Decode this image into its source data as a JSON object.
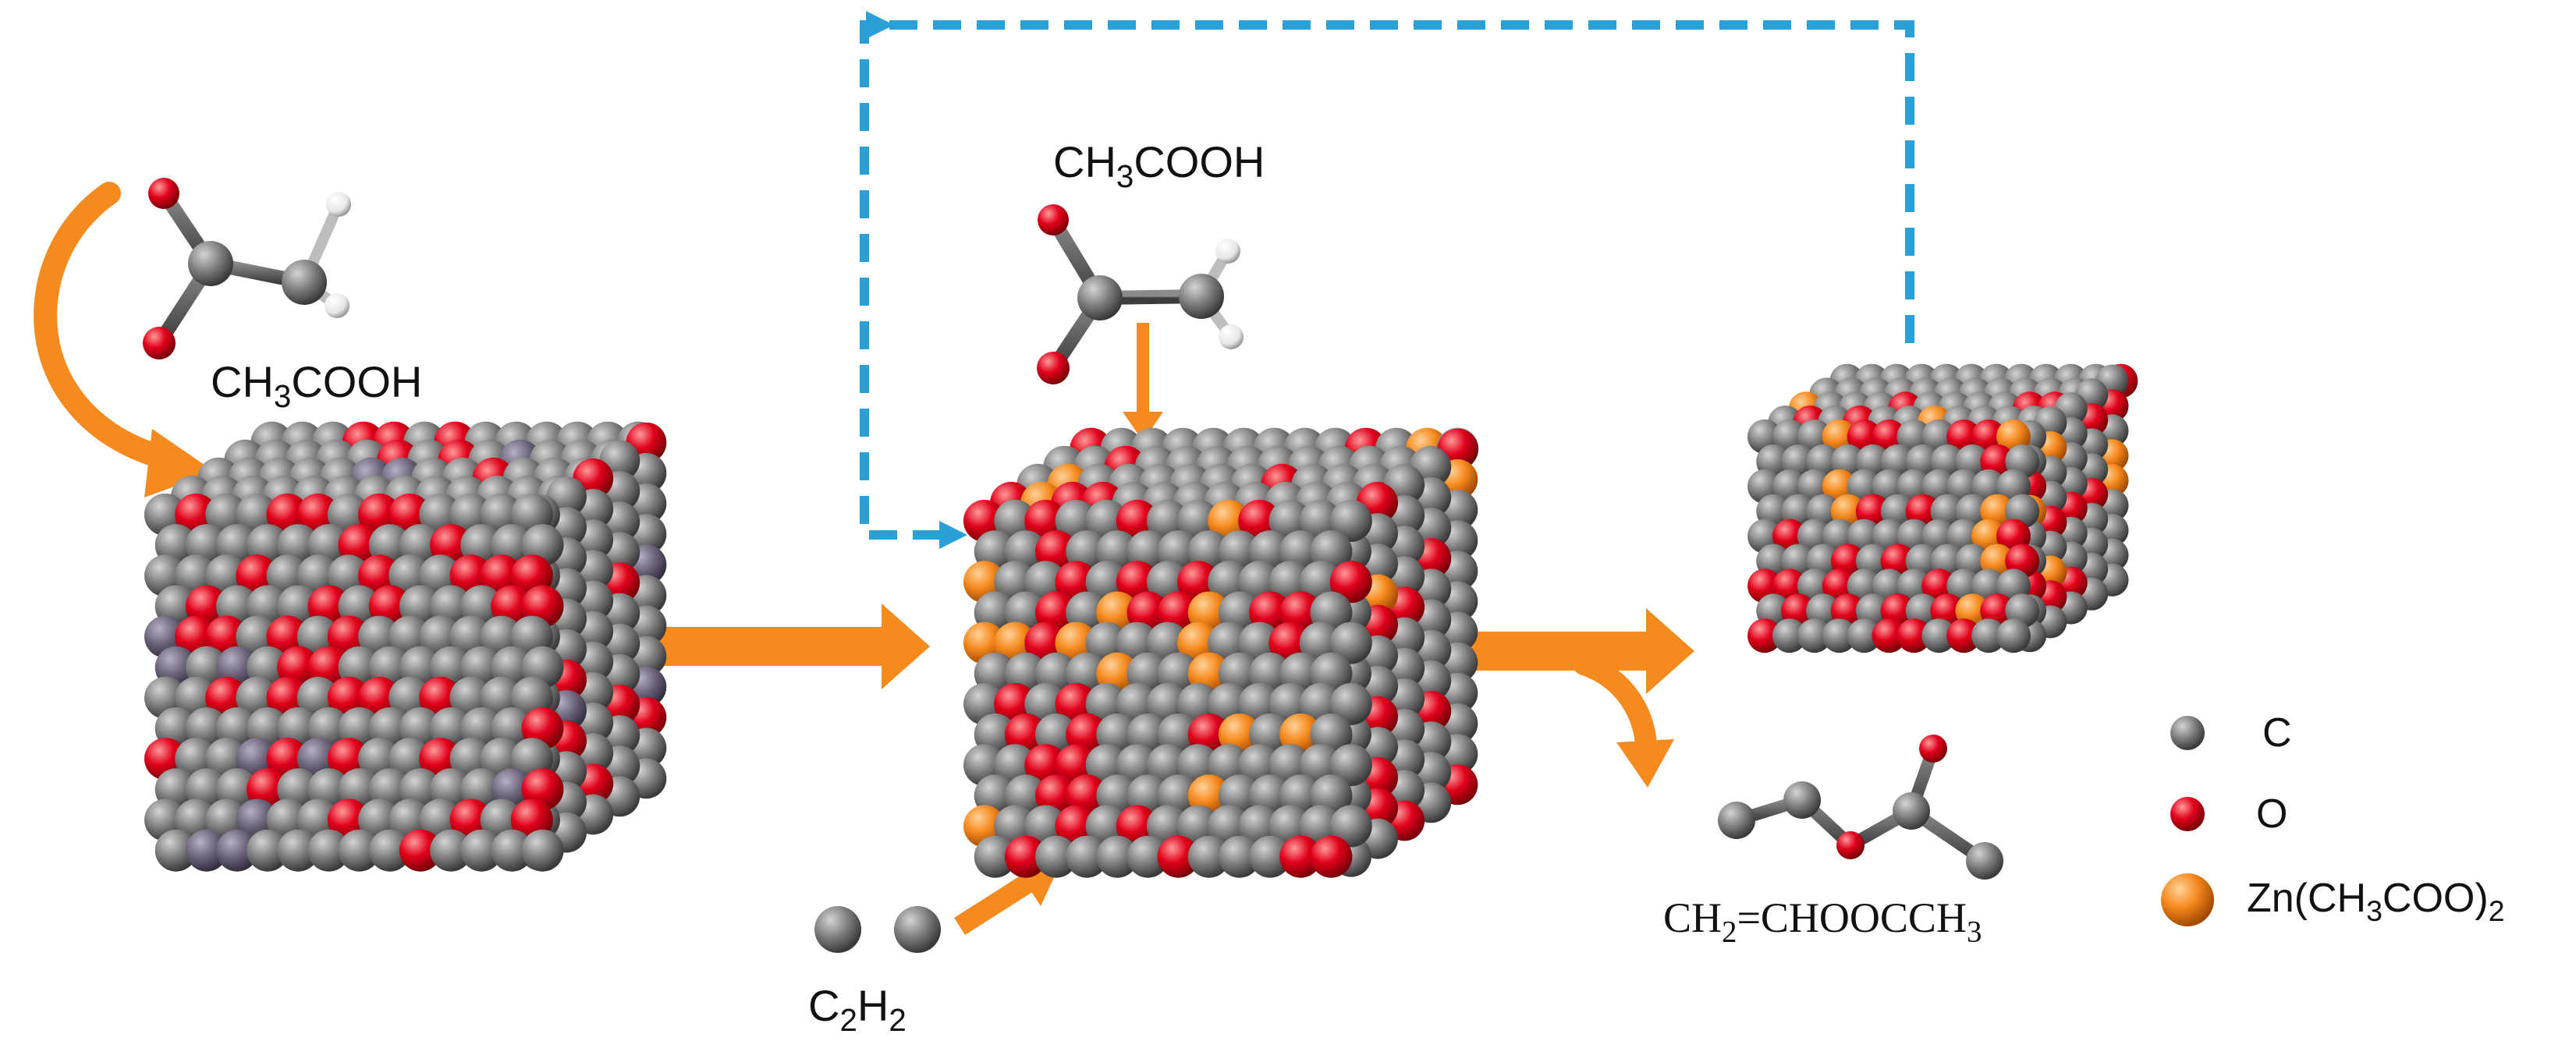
{
  "colors": {
    "carbon": "#6e6e6e",
    "oxygen": "#e0001a",
    "hydrogen": "#ffffff",
    "zinc_acetate": "#f58a1f",
    "support_site": "#6a6278",
    "process_arrow": "#f58a1f",
    "recycle_arrow": "#2a9fd8"
  },
  "labels": {
    "acetic_acid_left": [
      "CH",
      "3",
      "COOH"
    ],
    "acetic_acid_center": [
      "CH",
      "3",
      "COOH"
    ],
    "acetylene": [
      "C",
      "2",
      "H",
      "2"
    ],
    "vinyl_acetate": [
      "CH",
      "2",
      "=CHOOCCH",
      "3"
    ]
  },
  "legend": [
    {
      "symbol": "carbon-icon",
      "text": [
        "C"
      ]
    },
    {
      "symbol": "oxygen-icon",
      "text": [
        "O"
      ]
    },
    {
      "symbol": "zinc-acetate-icon",
      "text": [
        "Zn(CH",
        "3",
        "COO)",
        "2"
      ]
    }
  ]
}
